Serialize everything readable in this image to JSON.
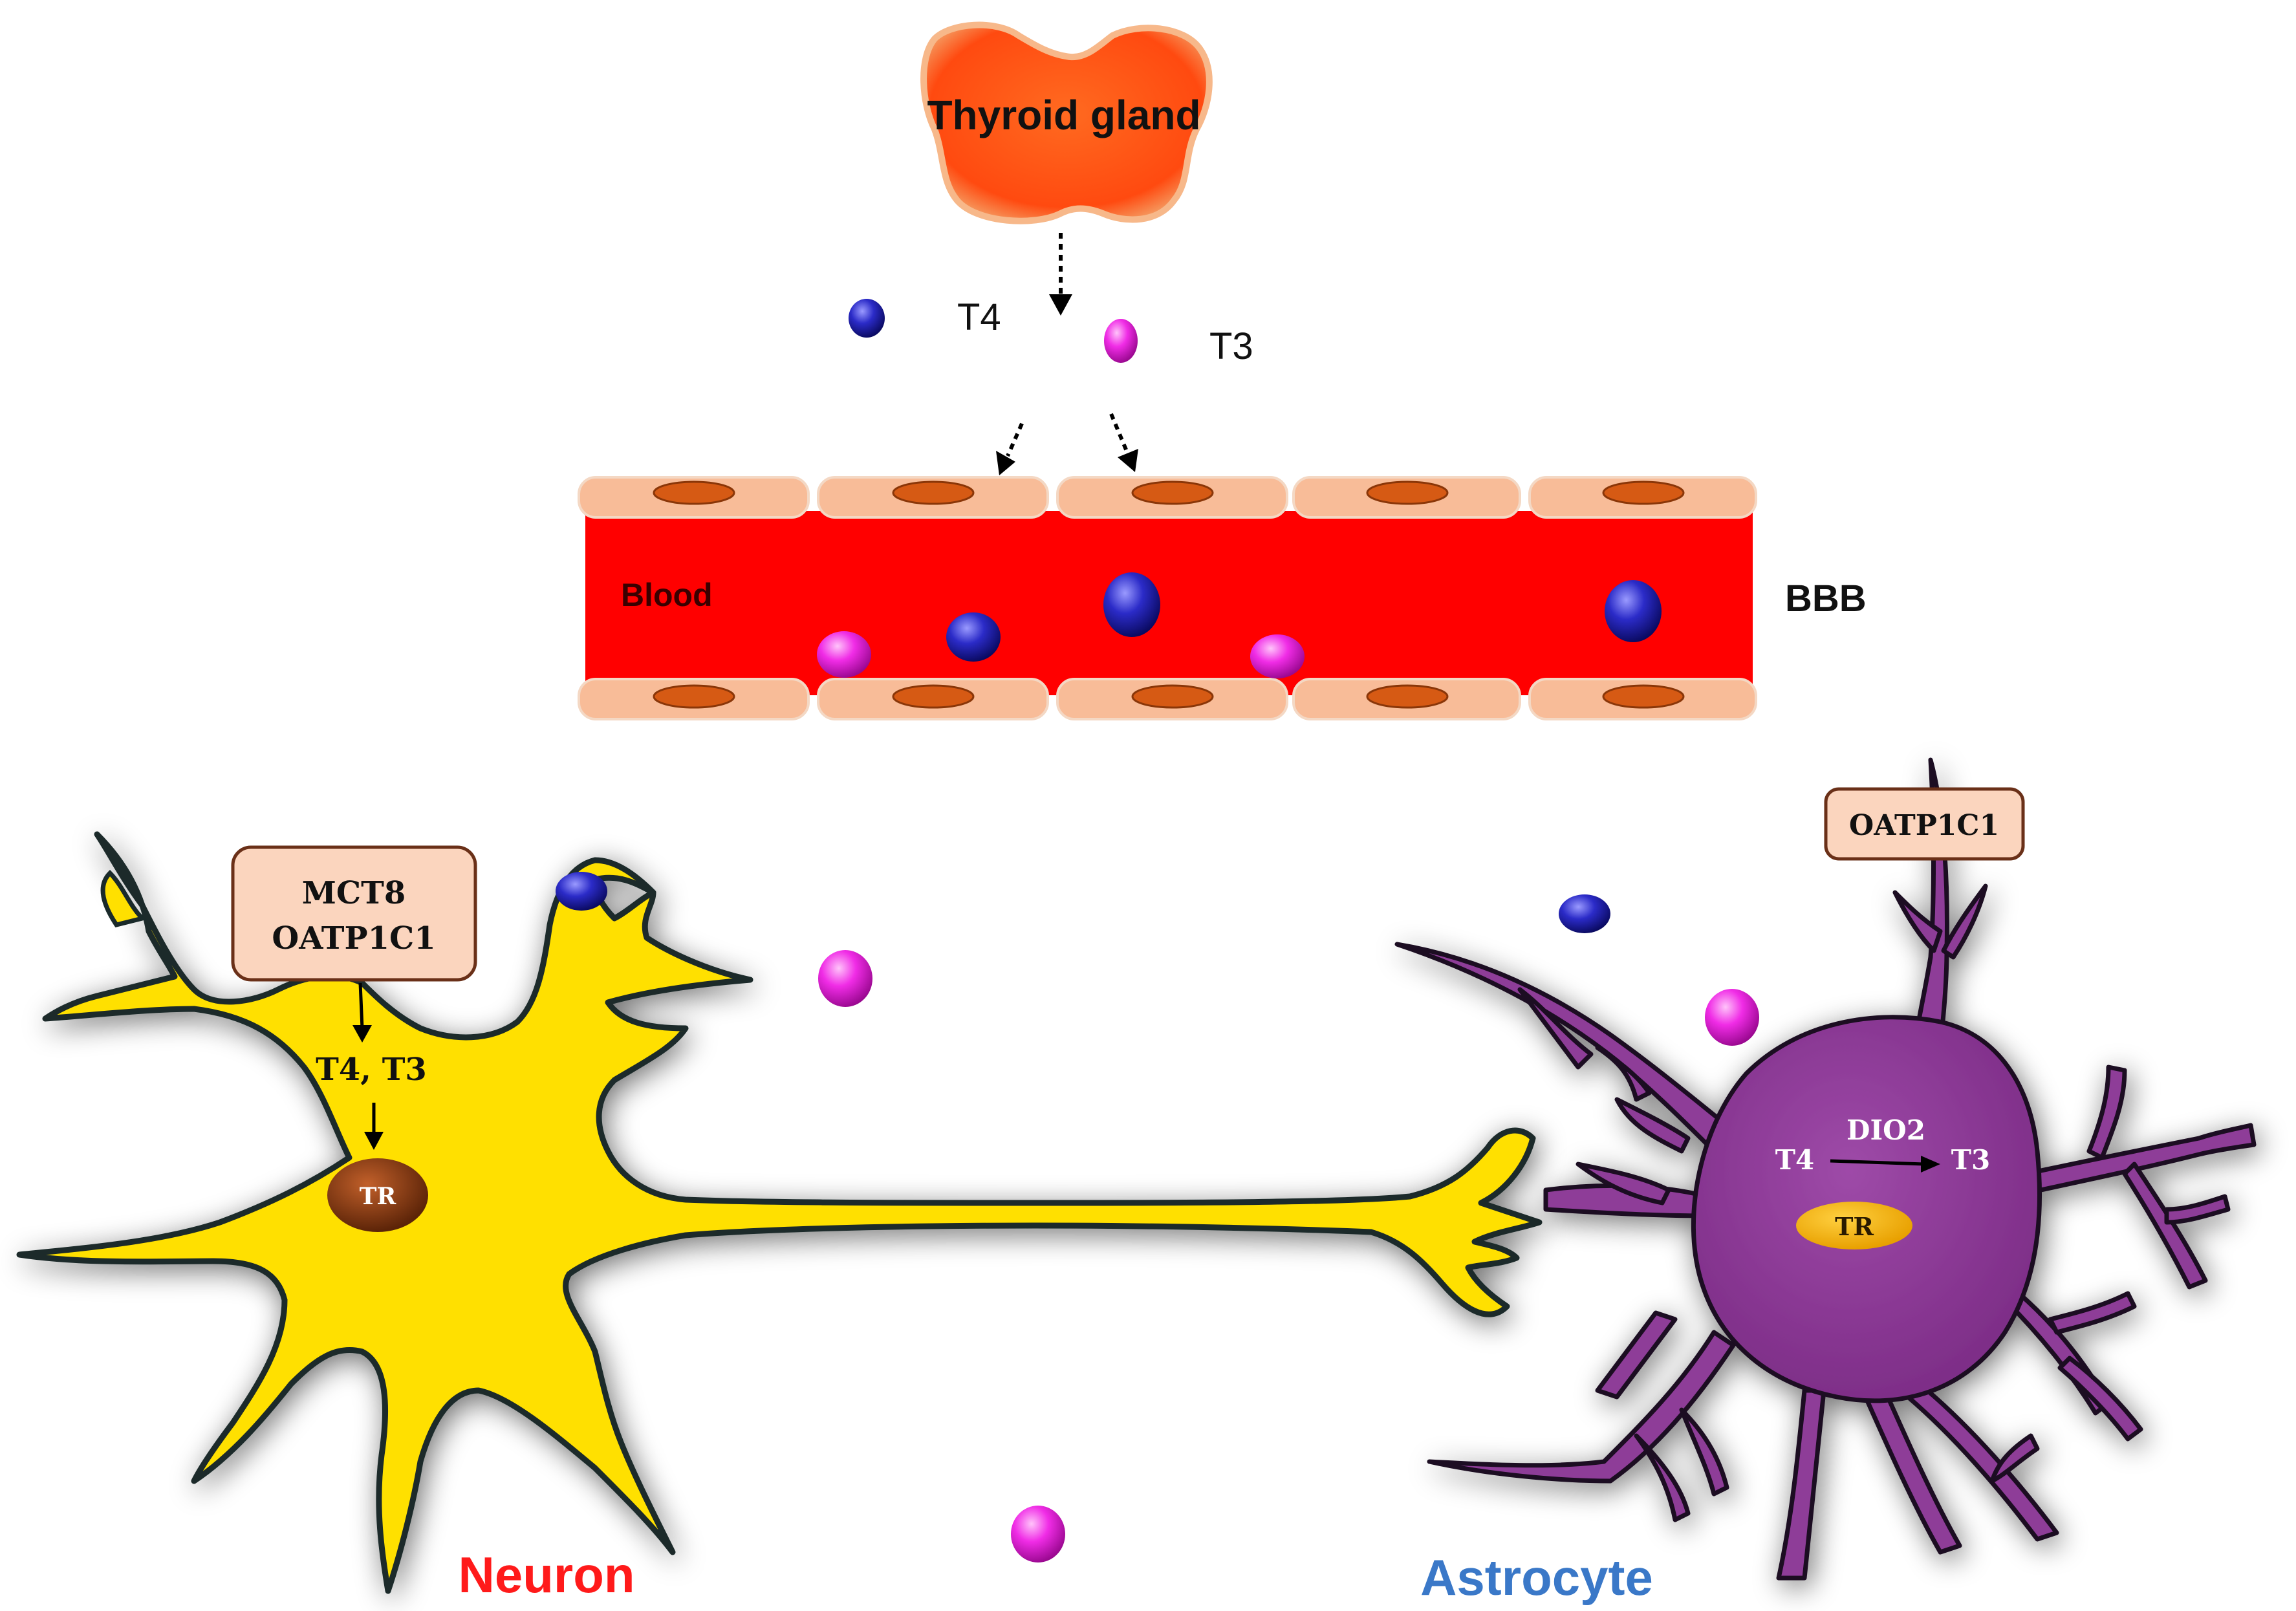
{
  "labels": {
    "thyroid": "Thyroid gland",
    "t4_legend": "T4",
    "t3_legend": "T3",
    "blood": "Blood",
    "bbb": "BBB",
    "neuron_transporters_line1": "MCT8",
    "neuron_transporters_line2": "OATP1C1",
    "neuron_hormones": "T4, T3",
    "neuron_receptor": "TR",
    "neuron": "Neuron",
    "astro_transporter": "OATP1C1",
    "astro_enzyme": "DIO2",
    "astro_t4": "T4",
    "astro_t3": "T3",
    "astro_receptor": "TR",
    "astrocyte": "Astrocyte"
  },
  "colors": {
    "t4_molecule": "#2b2bc8",
    "t3_molecule": "#f02ce6",
    "blood": "#ff0000",
    "endothelium": "#f8bc98",
    "endothelial_nucleus": "#d65a14",
    "thyroid_gland": "#ff5a18",
    "neuron": "#ffe000",
    "astrocyte": "#8e3c98",
    "transporter_box": "#fbd5be",
    "neuron_receptor": "#8a3c10",
    "astro_receptor": "#f2b400",
    "neuron_label": "#ff1a1a",
    "astrocyte_label": "#3a78c8"
  },
  "icons": {
    "t4": "blue-sphere-molecule",
    "t3": "magenta-sphere-molecule",
    "thyroid": "thyroid-gland-shape",
    "neuron": "neuron-cell-shape",
    "astrocyte": "astrocyte-cell-shape"
  }
}
